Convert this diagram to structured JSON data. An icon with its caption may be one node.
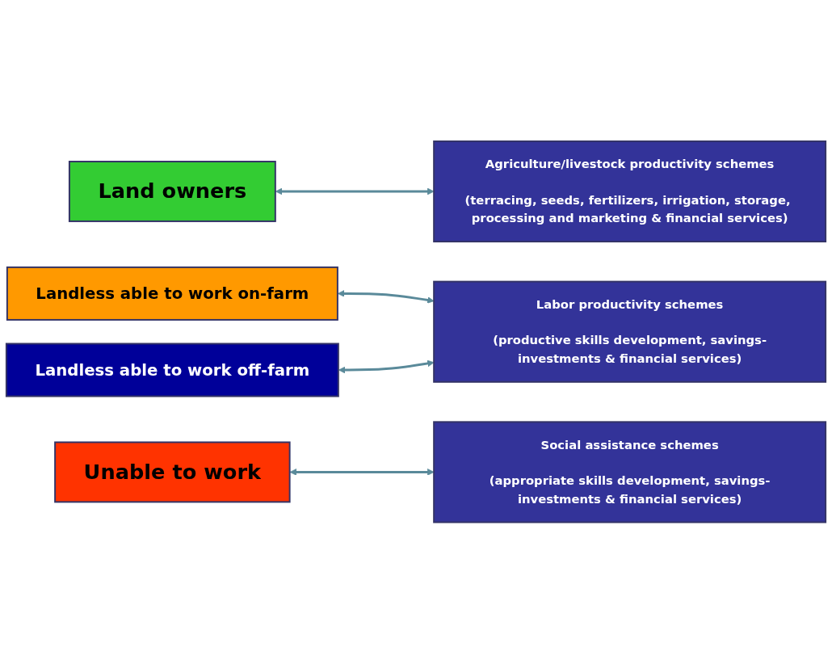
{
  "diagram": {
    "nodes": [
      {
        "text": [
          "Land owners"
        ]
      },
      {
        "text": [
          "Landless able to work on-farm"
        ]
      },
      {
        "text": [
          "Landless able to work off-farm"
        ]
      },
      {
        "text": [
          "Unable to work"
        ]
      },
      {
        "text": [
          "Agriculture/livestock productivity schemes",
          "(terracing, seeds, fertilizers, irrigation, storage, processing and marketing & financial services)"
        ]
      },
      {
        "text": [
          "Labor productivity schemes",
          "(productive skills development, savings-investments & financial services)"
        ]
      },
      {
        "text": [
          "Social assistance schemes",
          "(appropriate skills development, savings-investments & financial services)"
        ]
      }
    ],
    "edges": [
      {
        "from": 0,
        "to": 4,
        "arrow": "both"
      },
      {
        "from": 1,
        "to": 5,
        "arrow": "both"
      },
      {
        "from": 2,
        "to": 5,
        "arrow": "both"
      },
      {
        "from": 3,
        "to": 6,
        "arrow": "both"
      }
    ]
  }
}
